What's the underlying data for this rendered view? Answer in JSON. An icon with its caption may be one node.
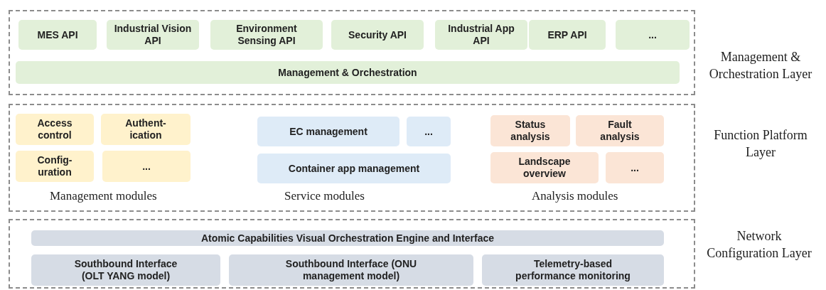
{
  "diagram": {
    "nodes": [
      {
        "text": [
          "Management & Orchestration Layer"
        ]
      },
      {
        "text": [
          "MES API"
        ],
        "in": 0
      },
      {
        "text": [
          "Industrial Vision API"
        ],
        "in": 0
      },
      {
        "text": [
          "Environment Sensing API"
        ],
        "in": 0
      },
      {
        "text": [
          "Security API"
        ],
        "in": 0
      },
      {
        "text": [
          "Industrial App API"
        ],
        "in": 0
      },
      {
        "text": [
          "ERP API"
        ],
        "in": 0
      },
      {
        "text": [
          "..."
        ],
        "in": 0
      },
      {
        "text": [
          "Management & Orchestration"
        ],
        "in": 0
      },
      {
        "text": [
          "Function Platform Layer"
        ]
      },
      {
        "text": [
          "Access control"
        ],
        "in": 9
      },
      {
        "text": [
          "Authent-ication"
        ],
        "in": 9
      },
      {
        "text": [
          "Config-uration"
        ],
        "in": 9
      },
      {
        "text": [
          "..."
        ],
        "in": 9
      },
      {
        "text": [
          "EC management"
        ],
        "in": 9
      },
      {
        "text": [
          "..."
        ],
        "in": 9
      },
      {
        "text": [
          "Container app management"
        ],
        "in": 9
      },
      {
        "text": [
          "Status analysis"
        ],
        "in": 9
      },
      {
        "text": [
          "Fault analysis"
        ],
        "in": 9
      },
      {
        "text": [
          "Landscape overview"
        ],
        "in": 9
      },
      {
        "text": [
          "..."
        ],
        "in": 9
      },
      {
        "text": [
          "Network Configuration Layer"
        ]
      },
      {
        "text": [
          "Atomic Capabilities Visual Orchestration Engine and Interface"
        ],
        "in": 21
      },
      {
        "text": [
          "Southbound Interface (OLT YANG model)"
        ],
        "in": 21
      },
      {
        "text": [
          "Southbound Interface (ONU management model)"
        ],
        "in": 21
      },
      {
        "text": [
          "Telemetry-based performance monitoring"
        ],
        "in": 21
      }
    ],
    "edges": [],
    "labels": [
      "Management modules",
      "Service modules",
      "Analysis modules"
    ]
  }
}
